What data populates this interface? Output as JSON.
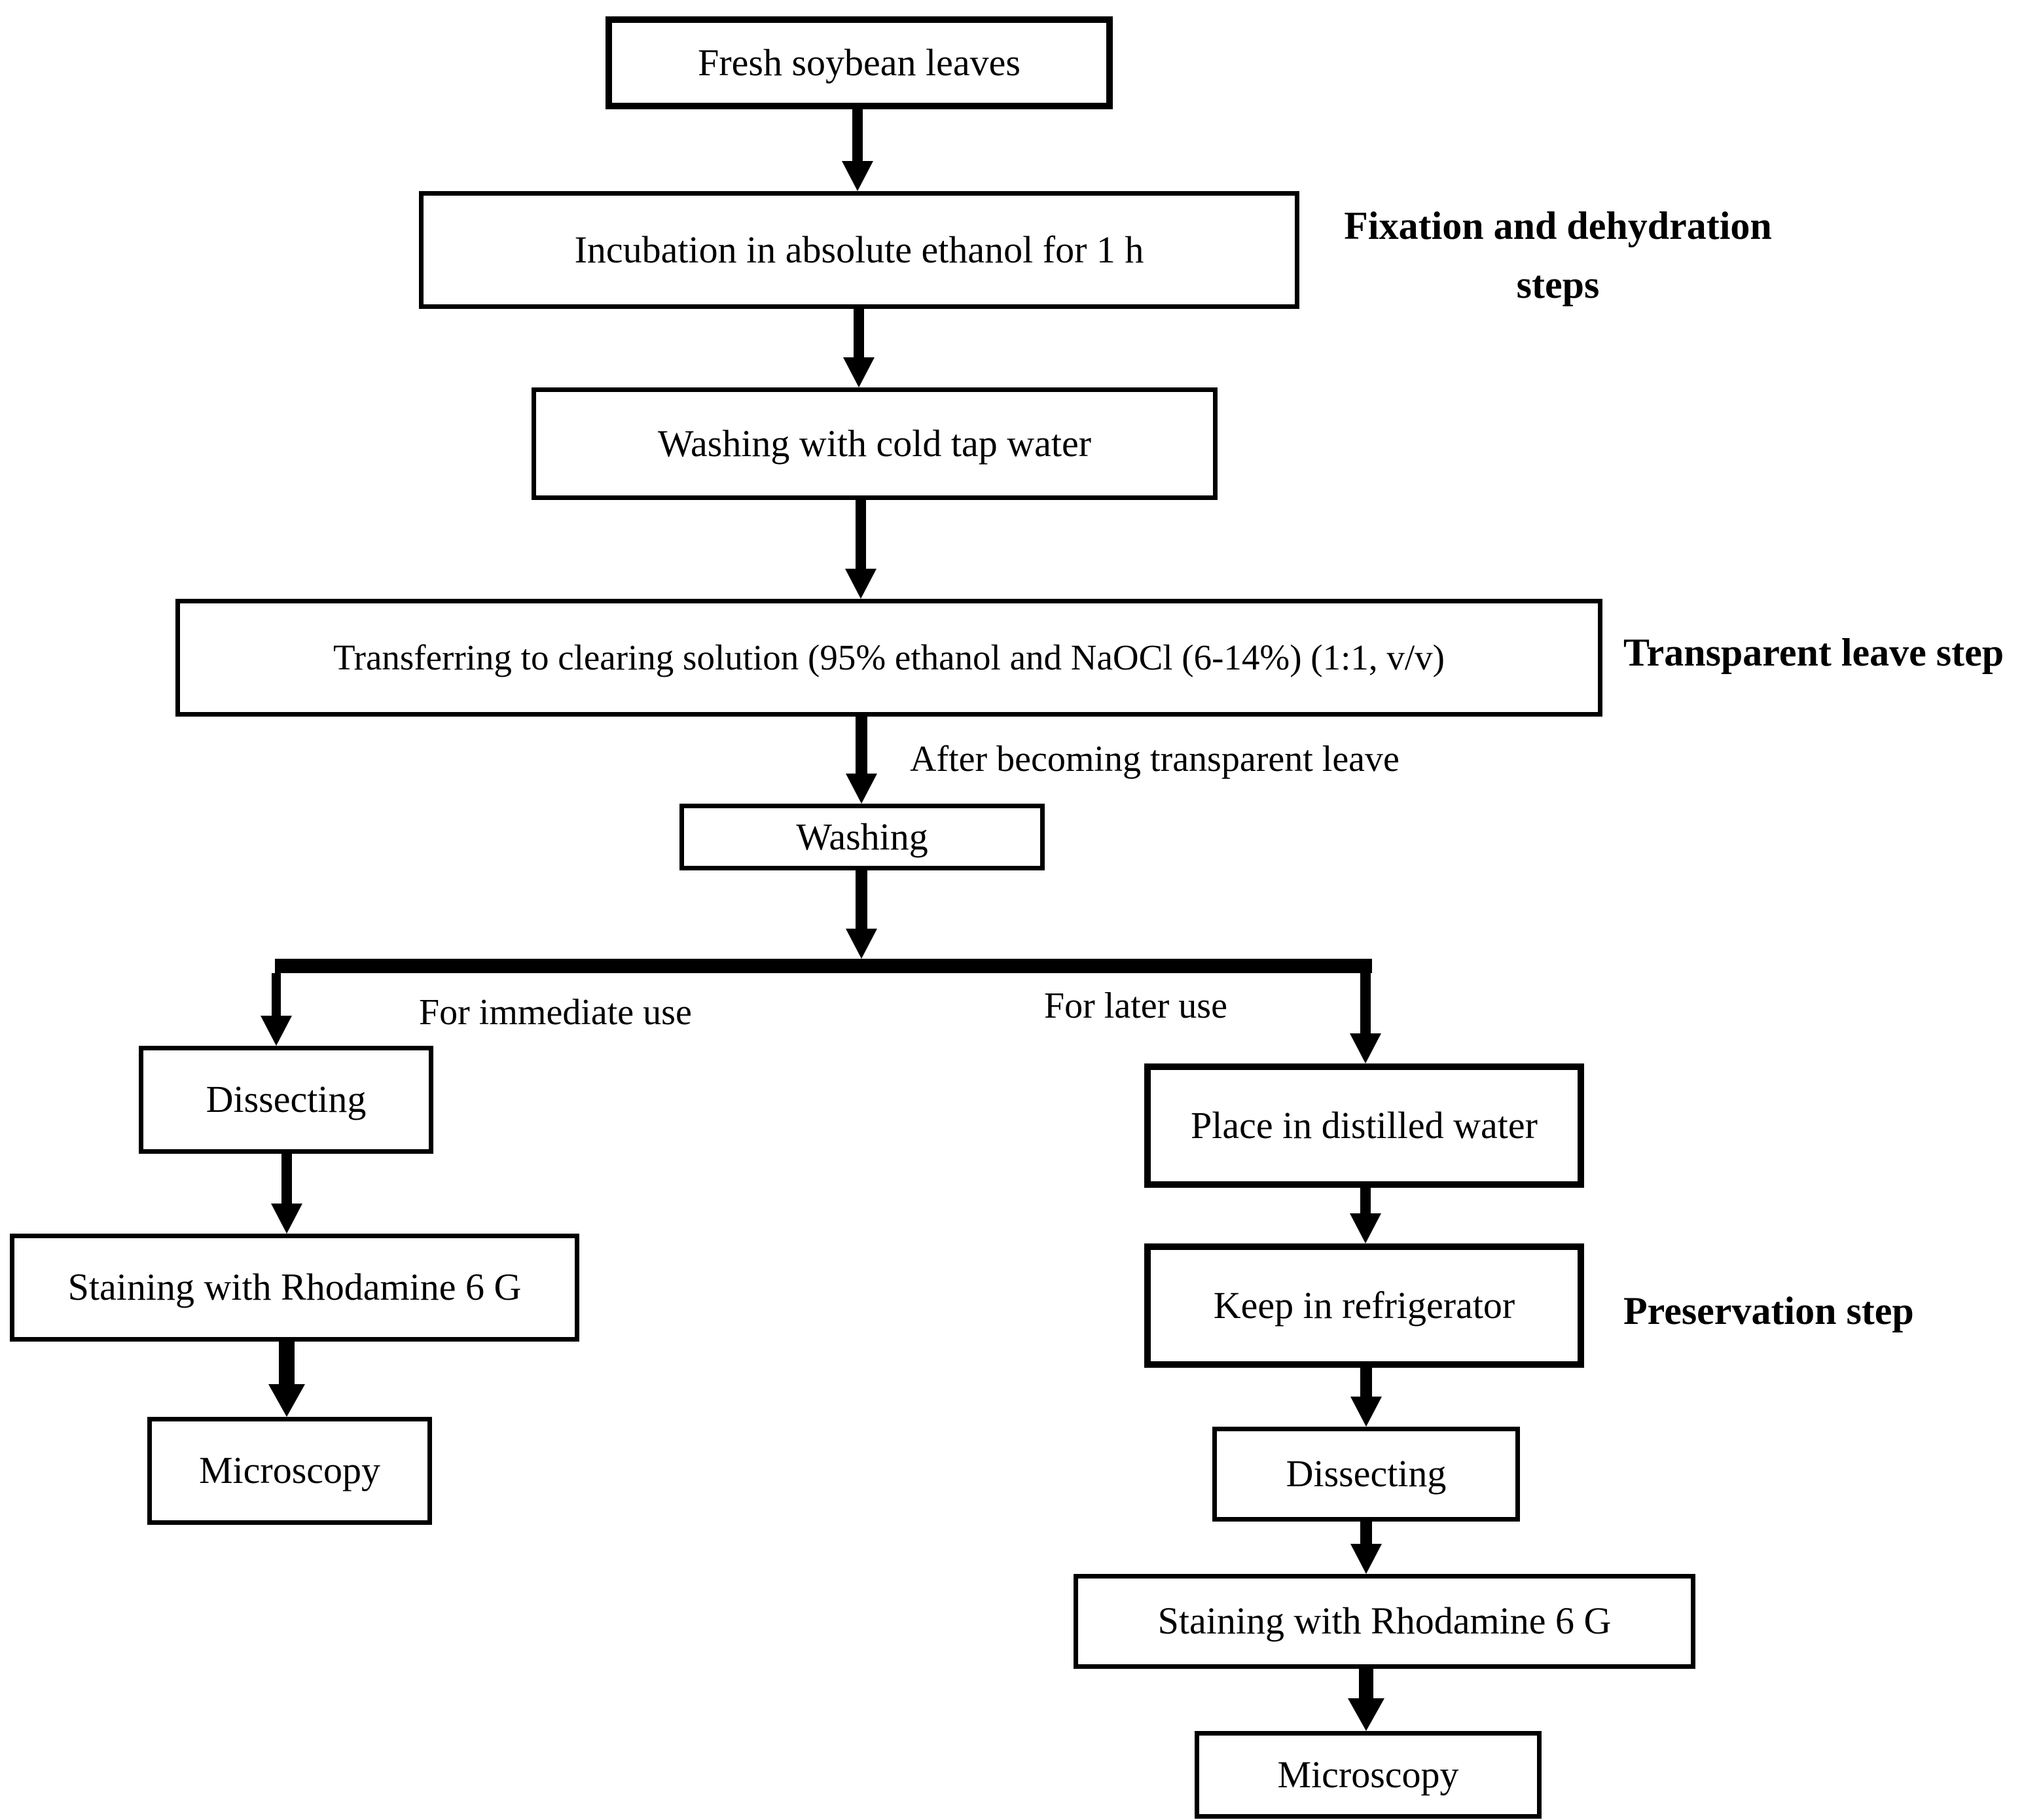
{
  "flowchart": {
    "background_color": "#ffffff",
    "line_color": "#000000",
    "box_fill": "#ffffff",
    "nodes": [
      {
        "id": "fresh",
        "label": "Fresh soybean leaves"
      },
      {
        "id": "incubation",
        "label": "Incubation in absolute ethanol for 1 h"
      },
      {
        "id": "wash_tap",
        "label": "Washing with cold tap water"
      },
      {
        "id": "clearing",
        "label": "Transferring to clearing solution (95% ethanol and NaOCl (6-14%) (1:1, v/v)"
      },
      {
        "id": "washing",
        "label": "Washing"
      },
      {
        "id": "dissect_l",
        "label": "Dissecting"
      },
      {
        "id": "stain_l",
        "label": "Staining with Rhodamine 6 G"
      },
      {
        "id": "micro_l",
        "label": "Microscopy"
      },
      {
        "id": "place",
        "label": "Place in distilled water"
      },
      {
        "id": "keep",
        "label": "Keep in refrigerator"
      },
      {
        "id": "dissect_r",
        "label": "Dissecting"
      },
      {
        "id": "stain_r",
        "label": "Staining with Rhodamine 6 G"
      },
      {
        "id": "micro_r",
        "label": "Microscopy"
      }
    ],
    "side_labels": [
      {
        "id": "fixation",
        "line1": "Fixation and dehydration",
        "line2": "steps"
      },
      {
        "id": "transparent",
        "text": "Transparent leave step"
      },
      {
        "id": "preservation",
        "text": "Preservation step"
      }
    ],
    "edge_labels": [
      {
        "id": "after_transparent",
        "text": "After becoming transparent leave"
      },
      {
        "id": "immediate",
        "text": "For immediate use"
      },
      {
        "id": "later",
        "text": "For later use"
      }
    ]
  }
}
